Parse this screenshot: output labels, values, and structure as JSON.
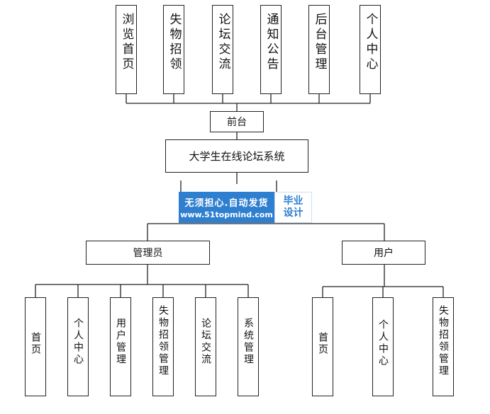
{
  "top_modules": [
    "浏览首页",
    "失物招领",
    "论坛交流",
    "通知公告",
    "后台管理",
    "个人中心"
  ],
  "frontend": "前台",
  "system": "大学生在线论坛系统",
  "watermark": {
    "line1": "无须担心.自动发货",
    "line2": "www.51topmind.com",
    "badge_line1": "毕业",
    "badge_line2": "设计"
  },
  "admin": {
    "label": "管理员",
    "children": [
      "首页",
      "个人中心",
      "用户管理",
      "失物招领管理",
      "论坛交流",
      "系统管理"
    ]
  },
  "user": {
    "label": "用户",
    "children": [
      "首页",
      "个人中心",
      "失物招领管理"
    ]
  }
}
